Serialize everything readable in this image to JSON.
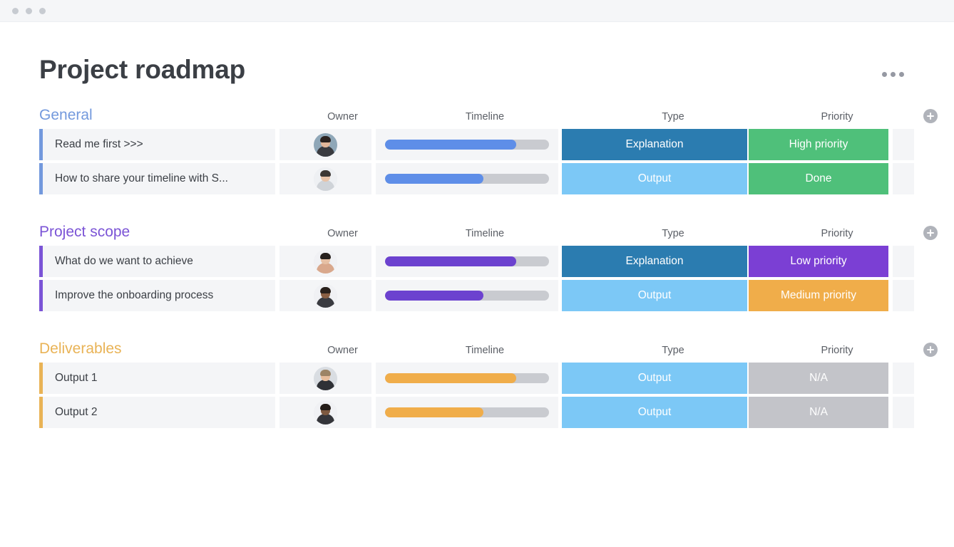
{
  "window": {
    "dots": [
      "close-dot",
      "minimize-dot",
      "maximize-dot"
    ]
  },
  "header": {
    "title": "Project roadmap",
    "menu_icon": "kebab-menu-icon"
  },
  "columns": {
    "owner": "Owner",
    "timeline": "Timeline",
    "type": "Type",
    "priority": "Priority",
    "add": "add-column-icon"
  },
  "groups": [
    {
      "title": "General",
      "color": "#7399dd",
      "rows": [
        {
          "name": "Read me first >>>",
          "owner_avatar": "avatar-woman-dark-hair",
          "timeline_percent": 80,
          "timeline_color": "#5e8ee8",
          "type": "Explanation",
          "type_color": "#2b7cb0",
          "priority": "High priority",
          "priority_color": "#4fc07a"
        },
        {
          "name": "How to share your timeline with S...",
          "owner_avatar": "avatar-man-light",
          "timeline_percent": 60,
          "timeline_color": "#5e8ee8",
          "type": "Output",
          "type_color": "#7cc8f6",
          "priority": "Done",
          "priority_color": "#4fc07a"
        }
      ]
    },
    {
      "title": "Project scope",
      "color": "#7b54d6",
      "rows": [
        {
          "name": "What do we want to achieve",
          "owner_avatar": "avatar-woman-headband",
          "timeline_percent": 80,
          "timeline_color": "#6c42cf",
          "type": "Explanation",
          "type_color": "#2b7cb0",
          "priority": "Low priority",
          "priority_color": "#7b3fd4"
        },
        {
          "name": "Improve the onboarding process",
          "owner_avatar": "avatar-man-beard",
          "timeline_percent": 60,
          "timeline_color": "#6c42cf",
          "type": "Output",
          "type_color": "#7cc8f6",
          "priority": "Medium priority",
          "priority_color": "#f0ad4a"
        }
      ]
    },
    {
      "title": "Deliverables",
      "color": "#e9b356",
      "rows": [
        {
          "name": "Output 1",
          "owner_avatar": "avatar-man-blond",
          "timeline_percent": 80,
          "timeline_color": "#f0ad4a",
          "type": "Output",
          "type_color": "#7cc8f6",
          "priority": "N/A",
          "priority_color": "#c3c4c9"
        },
        {
          "name": "Output 2",
          "owner_avatar": "avatar-man-beard-2",
          "timeline_percent": 60,
          "timeline_color": "#f0ad4a",
          "type": "Output",
          "type_color": "#7cc8f6",
          "priority": "N/A",
          "priority_color": "#c3c4c9"
        }
      ]
    }
  ]
}
